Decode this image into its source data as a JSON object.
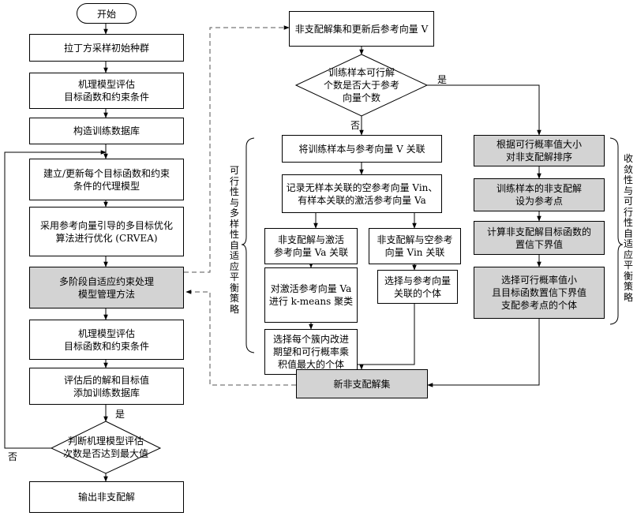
{
  "left": {
    "start": "开始",
    "lhs": "拉丁方采样初始种群",
    "eval1": [
      "机理模型评估",
      "目标函数和约束条件"
    ],
    "db": "构造训练数据库",
    "surrogate": [
      "建立/更新每个目标函数和约束",
      "条件的代理模型"
    ],
    "crvea": [
      "采用参考向量引导的多目标优化",
      "算法进行优化 (CRVEA)"
    ],
    "mgmt": [
      "多阶段自适应约束处理",
      "模型管理方法"
    ],
    "eval2": [
      "机理模型评估",
      "目标函数和约束条件"
    ],
    "adddb": [
      "评估后的解和目标值",
      "添加训练数据库"
    ],
    "decision": [
      "判断机理模型评估",
      "次数是否达到最大值"
    ],
    "yes": "是",
    "no": "否",
    "output": "输出非支配解"
  },
  "mid": {
    "top": "非支配解集和更新后参考向量 V",
    "decision": [
      "训练样本可行解",
      "个数是否大于参考",
      "向量个数"
    ],
    "yes": "是",
    "no": "否",
    "associate": "将训练样本与参考向量 V 关联",
    "record": [
      "记录无样本关联的空参考向量 Vin、",
      "有样本关联的激活参考向量 Va"
    ],
    "nd_active": [
      "非支配解与激活",
      "参考向量 Va 关联"
    ],
    "nd_empty": [
      "非支配解与空参考",
      "向量 Vin 关联"
    ],
    "kmeans": [
      "对激活参考向量 Va",
      "进行 k-means 聚类"
    ],
    "select_assoc": [
      "选择与参考向量",
      "关联的个体"
    ],
    "select_cluster": [
      "选择每个簇内改进",
      "期望和可行概率乘",
      "积值最大的个体"
    ],
    "new_nd": "新非支配解集",
    "side_label": "可行性与多样性自适应平衡策略"
  },
  "right": {
    "sort": [
      "根据可行概率值大小",
      "对非支配解排序"
    ],
    "ref": [
      "训练样本的非支配解",
      "设为参考点"
    ],
    "confidence": [
      "计算非支配解目标函数的",
      "置信下界值"
    ],
    "select": [
      "选择可行概率值小",
      "且目标函数置信下界值",
      "支配参考点的个体"
    ],
    "side_label": "收敛性与可行性自适应平衡策略"
  }
}
